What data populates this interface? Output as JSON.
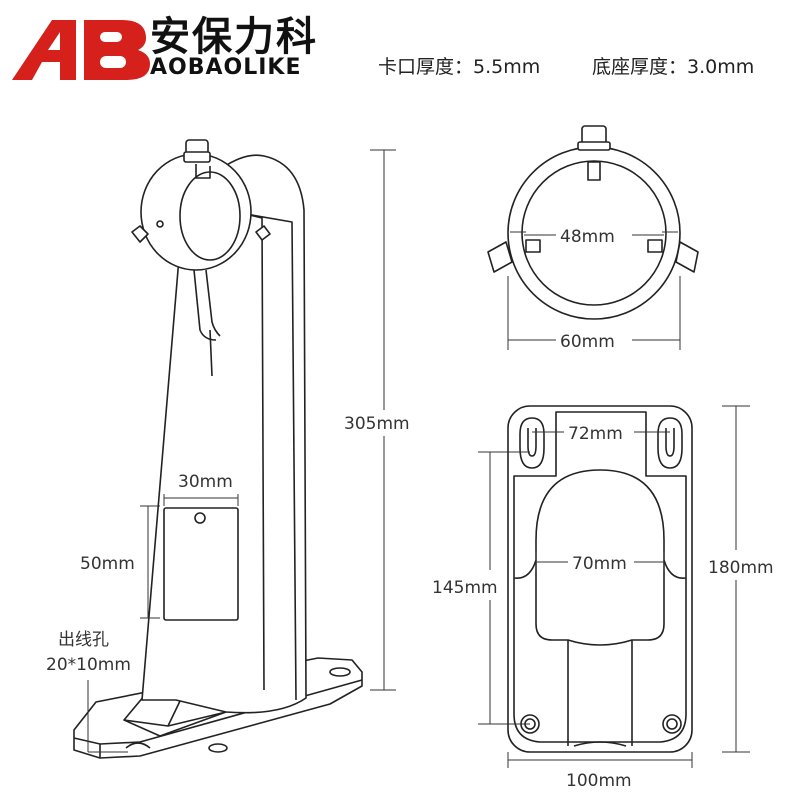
{
  "brand": {
    "cn_name": "安保力科",
    "en_name": "AOBAOLIKE",
    "logo_letters": "AB",
    "logo_color": "#d6201c"
  },
  "specs": {
    "clamp_thickness": "卡口厚度：5.5mm",
    "base_thickness": "底座厚度：3.0mm"
  },
  "dimensions": {
    "height": "305mm",
    "hole_width": "30mm",
    "hole_height": "50mm",
    "cable_hole_title": "出线孔",
    "cable_hole_size": "20*10mm",
    "ring_inner": "48mm",
    "ring_outer": "60mm",
    "slot_spacing": "72mm",
    "inner_width": "70mm",
    "hole_spacing": "145mm",
    "base_length": "180mm",
    "base_width": "100mm"
  }
}
